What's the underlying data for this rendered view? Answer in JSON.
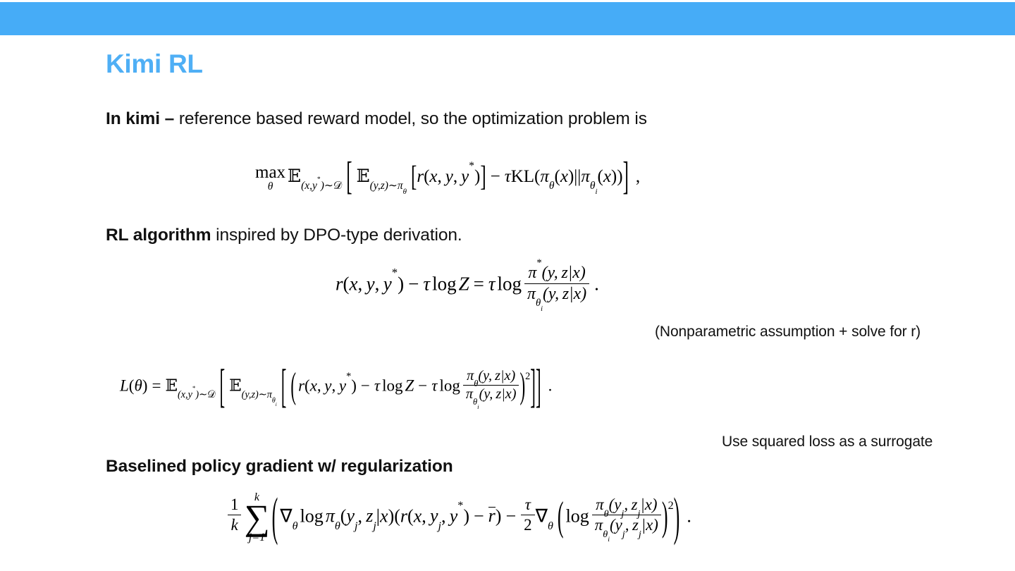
{
  "slide": {
    "title": "Kimi RL",
    "accent_color": "#46ACF7",
    "title_color": "#4FAFF5",
    "background_color": "#FFFFFF",
    "text_color": "#111111"
  },
  "body": {
    "kimi_line_lead": "In kimi –",
    "kimi_line_rest": " reference based reward model, so the optimization problem is",
    "rl_line_lead": "RL algorithm",
    "rl_line_rest": " inspired by DPO-type derivation.",
    "baselined_heading": "Baselined policy gradient w/ regularization"
  },
  "annotations": {
    "nonparametric": "(Nonparametric assumption + solve for r)",
    "surrogate": "Use squared loss as a surrogate"
  },
  "equations": {
    "objective": {
      "name": "kl-regularized-objective",
      "latex": "\\max_{\\theta} \\mathbb{E}_{(x,y^*)\\sim\\mathcal{D}} \\left[ \\mathbb{E}_{(y,z)\\sim\\pi_{\\theta}} \\left[ r(x,y,y^*) \\right] - \\tau \\mathrm{KL}(\\pi_{\\theta}(x) || \\pi_{\\theta_i}(x)) \\right] ,",
      "max_operator": "max",
      "max_subscript": "θ",
      "outer_expectation_subscript": "(x,y*)~D",
      "inner_expectation_subscript": "(y,z)~πθ",
      "reward_term": "r(x, y, y*)",
      "regularizer": "τKL(πθ(x)||πθi(x))",
      "trailing_punct": ","
    },
    "optimal_policy": {
      "name": "reward-log-ratio-identity",
      "latex": "r(x,y,y^*) - \\tau \\log Z = \\tau \\log \\frac{\\pi^*(y,z|x)}{\\pi_{\\theta_i}(y,z|x)} .",
      "lhs": "r(x, y, y*) − τ log Z",
      "rhs_numerator": "π*(y, z|x)",
      "rhs_denominator": "πθi(y, z|x)",
      "trailing_punct": "."
    },
    "loss": {
      "name": "squared-surrogate-loss",
      "latex": "L(\\theta) = \\mathbb{E}_{(x,y^*)\\sim\\mathcal{D}} \\left[ \\mathbb{E}_{(y,z)\\sim\\pi_{\\theta_i}} \\left[ \\left( r(x,y,y^*) - \\tau \\log Z - \\tau \\log \\frac{\\pi_{\\theta}(y,z|x)}{\\pi_{\\theta_i}(y,z|x)} \\right)^2 \\right] \\right] .",
      "lhs": "L(θ)",
      "outer_expectation_subscript": "(x,y*)~D",
      "inner_expectation_subscript": "(y,z)~πθi",
      "exponent": "2",
      "trailing_punct": "."
    },
    "policy_gradient": {
      "name": "baselined-policy-gradient",
      "latex": "\\frac{1}{k} \\sum_{j=1}^{k} \\left( \\nabla_{\\theta} \\log \\pi_{\\theta}(y_j,z_j|x)(r(x,y_j,y^*) - \\bar{r}) - \\frac{\\tau}{2} \\nabla_{\\theta} \\left( \\log \\frac{\\pi_{\\theta}(y_j,z_j|x)}{\\pi_{\\theta_i}(y_j,z_j|x)} \\right)^2 \\right) .",
      "prefactor_numerator": "1",
      "prefactor_denominator": "k",
      "sum_lower": "j=1",
      "sum_upper": "k",
      "baseline_symbol": "r̄",
      "tau_over_two_numerator": "τ",
      "tau_over_two_denominator": "2",
      "exponent": "2",
      "trailing_punct": "."
    }
  }
}
